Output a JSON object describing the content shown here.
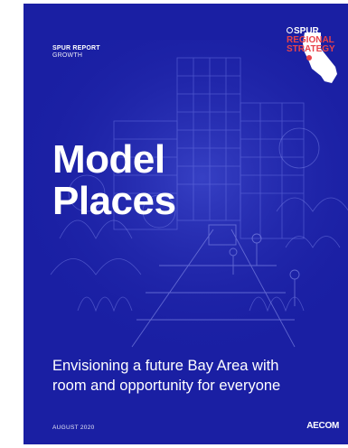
{
  "report": {
    "series": "SPUR REPORT",
    "category": "GROWTH"
  },
  "logo": {
    "org": "SPUR",
    "line1": "REGIONAL",
    "line2": "STRATEGY"
  },
  "title": {
    "line1": "Model",
    "line2": "Places"
  },
  "subtitle": {
    "line1": "Envisioning a future Bay Area with",
    "line2": "room and opportunity for everyone"
  },
  "date": "AUGUST 2020",
  "sponsor": "AECOM",
  "colors": {
    "cover_blue": "#1a1fa3",
    "accent_red": "#e8434b",
    "text_white": "#ffffff"
  }
}
